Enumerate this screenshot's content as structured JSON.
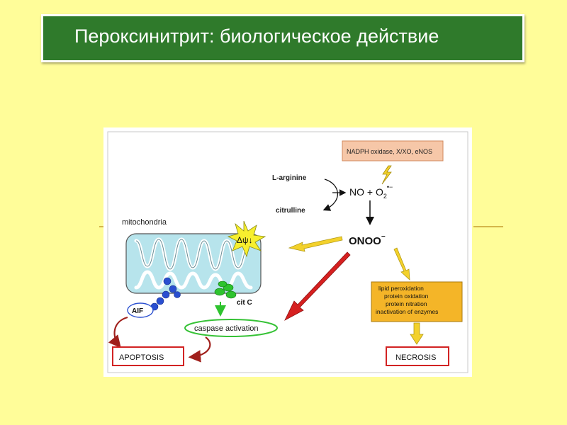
{
  "slide": {
    "title": "Пероксинитрит: биологическое действие"
  },
  "diagram": {
    "sources_box": "NADPH oxidase, X/XO, eNOS",
    "l_arginine": "L-arginine",
    "citrulline": "citrulline",
    "reaction_no": "NO + O",
    "reaction_sub": "2",
    "reaction_sup": "•−",
    "onoo": "ONOO",
    "onoo_sup": "−",
    "mitochondria": "mitochondria",
    "delta_psi": "Δψ↓",
    "aif": "AIF",
    "cit_c": "cit C",
    "caspase": "caspase activation",
    "apoptosis": "APOPTOSIS",
    "necrosis": "NECROSIS",
    "effects": [
      "lipid peroxidation",
      "protein oxidation",
      "protein nitration",
      "inactivation of enzymes"
    ],
    "colors": {
      "slide_bg": "#fffd99",
      "title_bg": "#2f7a2b",
      "mito_fill": "#b7e4ec",
      "effect_box": "#f4b528",
      "sources_box": "#f6c7a8",
      "red_arrow": "#d62020",
      "yellow_arrow": "#f3d12b",
      "aif_blue": "#2a4fd0",
      "cytc_green": "#2ec32e"
    }
  }
}
